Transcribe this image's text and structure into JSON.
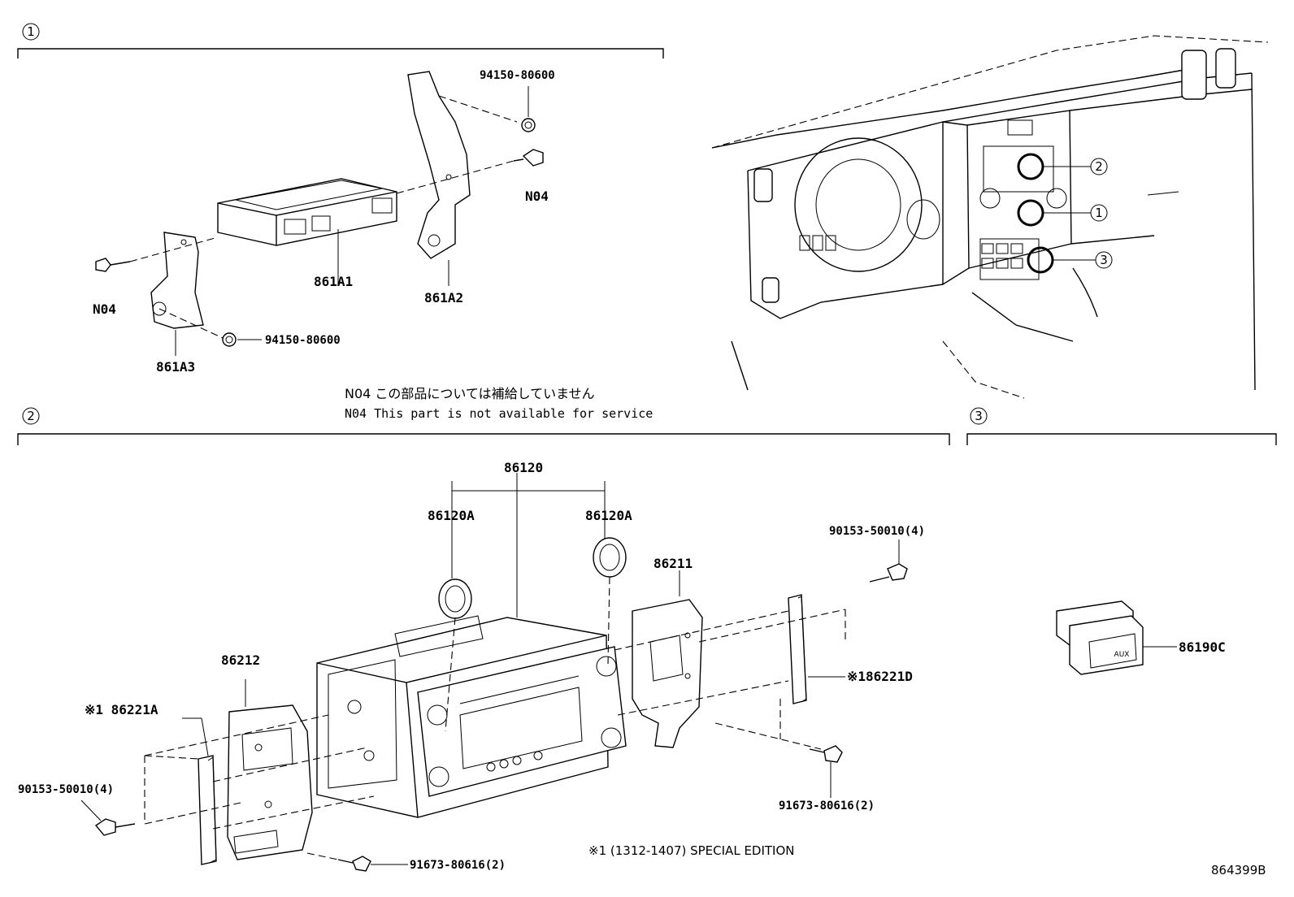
{
  "sections": [
    {
      "number": "1"
    },
    {
      "number": "2"
    },
    {
      "number": "3"
    }
  ],
  "callouts": [
    "2",
    "1",
    "3"
  ],
  "labels": {
    "p94150a": "94150-80600",
    "n04_right": "N04",
    "p861A1": "861A1",
    "p861A2": "861A2",
    "n04_left": "N04",
    "p94150b": "94150-80600",
    "p861A3": "861A3",
    "p86120": "86120",
    "p86120A_left": "86120A",
    "p86120A_right": "86120A",
    "p86211": "86211",
    "p86212": "86212",
    "p86221A": "※1 86221A",
    "p86221D": "※186221D",
    "p90153_right": "90153-50010(4)",
    "p90153_left": "90153-50010(4)",
    "p91673_right": "91673-80616(2)",
    "p91673_bottom": "91673-80616(2)",
    "p86190C": "86190C",
    "aux": "AUX"
  },
  "notes": {
    "n04_jp": "N04 この部品については補給していません",
    "n04_en": "N04 This part is not available for service",
    "special": "※1 (1312-1407) SPECIAL EDITION",
    "figure_id": "864399B"
  }
}
